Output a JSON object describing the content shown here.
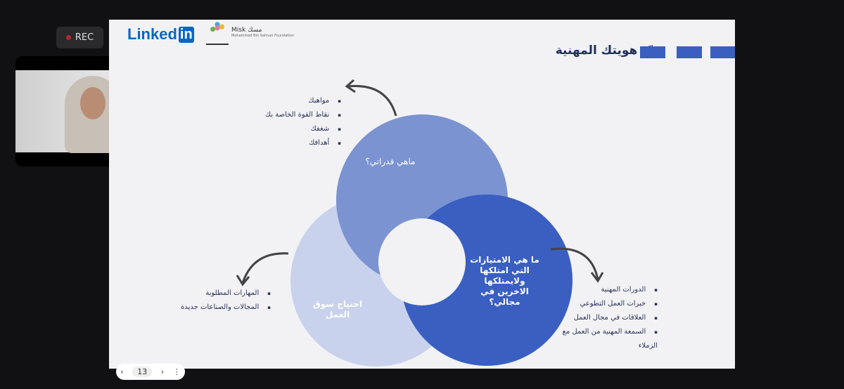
{
  "recorder": {
    "label": "REC"
  },
  "slide": {
    "brand": {
      "linkedin_text": "Linked",
      "linkedin_badge": "in",
      "misk_text": "Misk مسك",
      "misk_sub": "Mohammed Bin Salman Foundation"
    },
    "title": "حدّد هويتك المهنية",
    "accent_color": "#3b5fc0",
    "circles": [
      {
        "label": "ماهي قدراتي؟",
        "color": "#7b93d1"
      },
      {
        "label": "ما هي الامتيازات التي امتلكها ولايمتلكها الاخرين في مجالي؟",
        "color": "#3a5fc1"
      },
      {
        "label": "احتياج سوق العمل",
        "color": "#c9d2ec"
      }
    ],
    "lists": {
      "top": [
        "مواهبك",
        "نقاط القوة الخاصة بك",
        "شغفك",
        "أهدافك"
      ],
      "right": [
        "الدورات المهنية",
        "خبرات العمل التطوعي",
        "العلاقات في مجال العمل",
        "السمعة المهنية من العمل مع الزملاء"
      ],
      "left": [
        "المهارات المطلوبة",
        "المجالات والصناعات جديدة"
      ]
    }
  },
  "toolbar": {
    "prev": "‹",
    "page": "13",
    "next": "›",
    "more": "⋮"
  }
}
